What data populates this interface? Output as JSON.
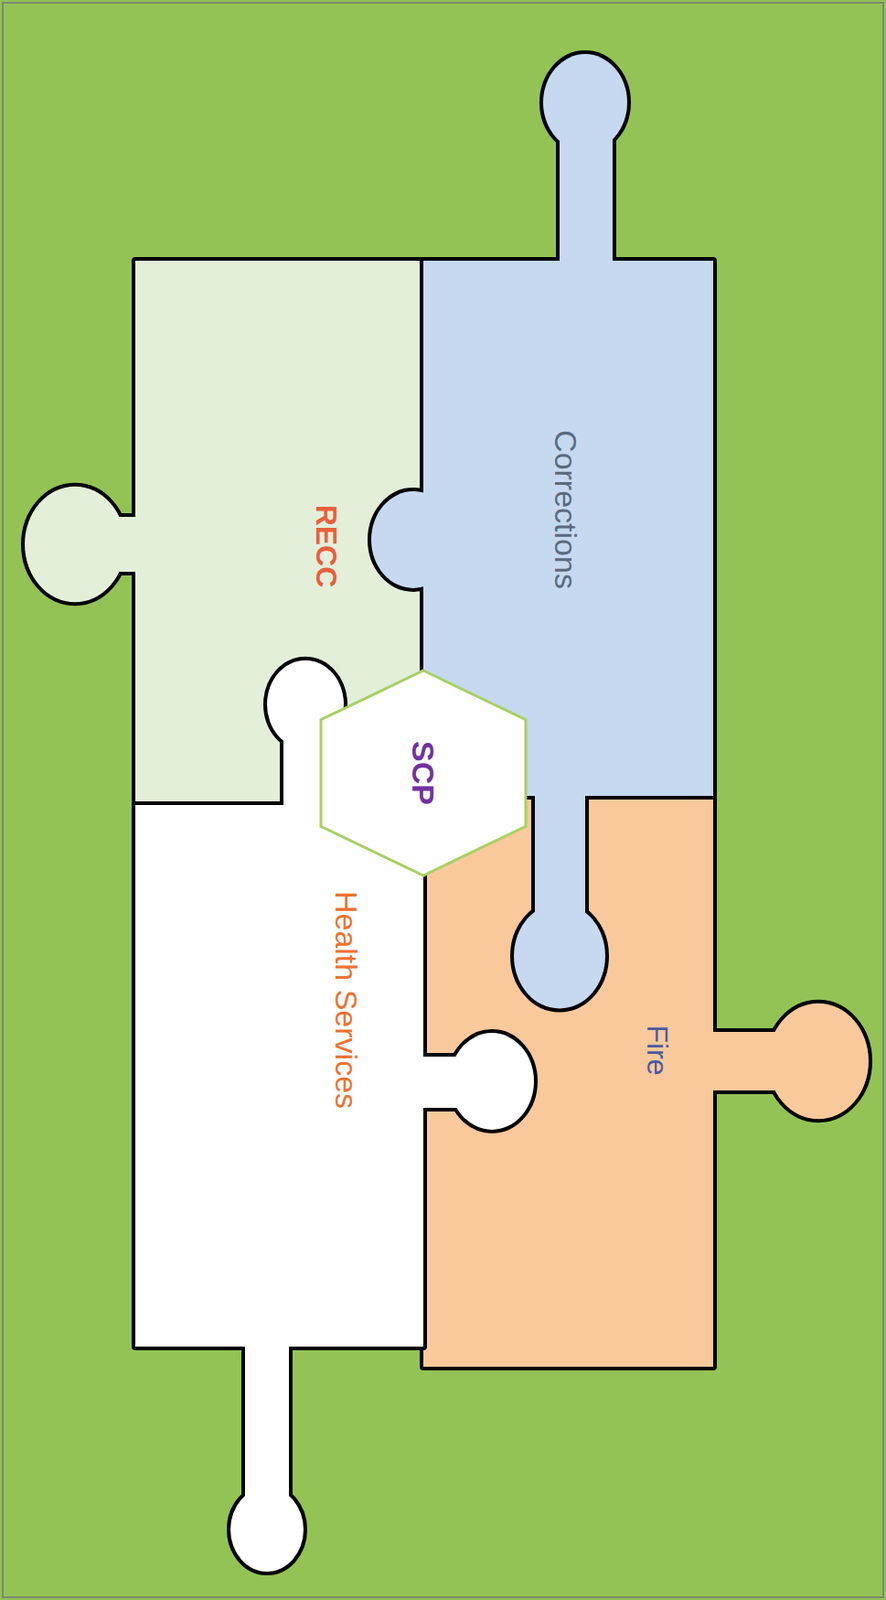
{
  "diagram": {
    "nodes": [
      {
        "text": [
          "Corrections"
        ]
      },
      {
        "text": [
          "RECC"
        ]
      },
      {
        "text": [
          "SCP"
        ]
      },
      {
        "text": [
          "Fire"
        ]
      },
      {
        "text": [
          "Health Services"
        ]
      }
    ]
  }
}
